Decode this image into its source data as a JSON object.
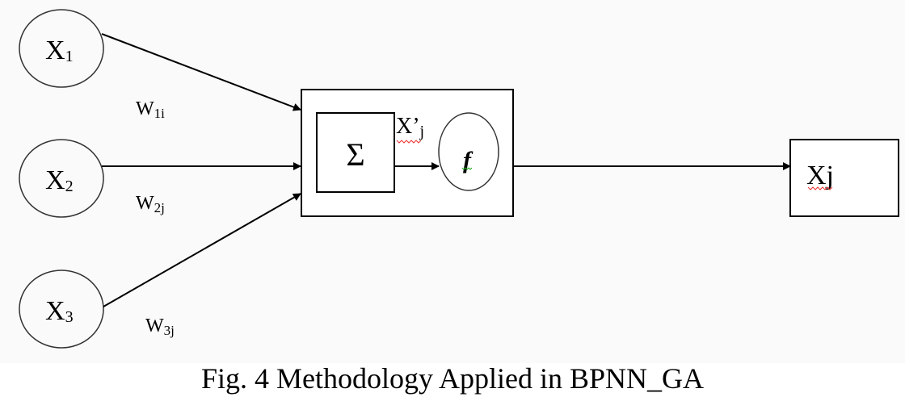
{
  "diagram": {
    "inputs": [
      {
        "name": "X",
        "sub": "1",
        "weight": "W",
        "weight_sub": "1i"
      },
      {
        "name": "X",
        "sub": "2",
        "weight": "W",
        "weight_sub": "2j"
      },
      {
        "name": "X",
        "sub": "3",
        "weight": "W",
        "weight_sub": "3j"
      }
    ],
    "sum_symbol": "Σ",
    "intermediate": {
      "name": "X’",
      "sub": "j"
    },
    "activation": "f",
    "output": "Xj"
  },
  "caption": "Fig. 4 Methodology Applied in BPNN_GA"
}
